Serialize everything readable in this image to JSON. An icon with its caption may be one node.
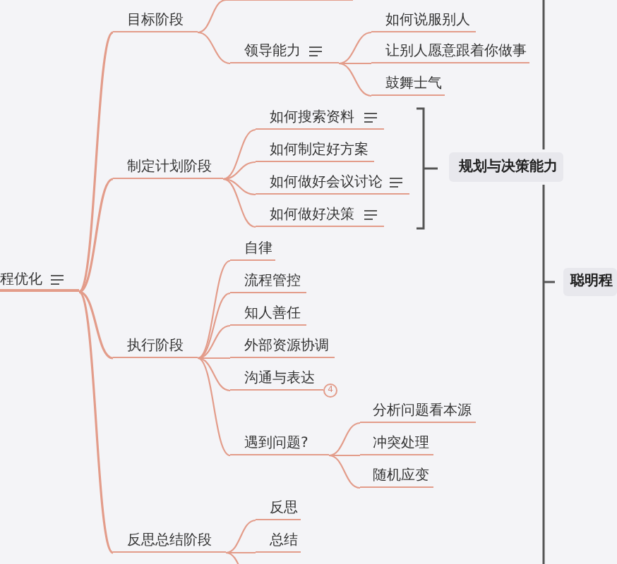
{
  "diagram": {
    "nodes": [
      {
        "text": [
          "程优化"
        ]
      },
      {
        "text": [
          "目标阶段"
        ]
      },
      {
        "text": [
          "领导能力"
        ]
      },
      {
        "text": [
          "如何说服别人"
        ]
      },
      {
        "text": [
          "让别人愿意跟着你做事"
        ]
      },
      {
        "text": [
          "鼓舞士气"
        ]
      },
      {
        "text": [
          "制定计划阶段"
        ]
      },
      {
        "text": [
          "如何搜索资料"
        ]
      },
      {
        "text": [
          "如何制定好方案"
        ]
      },
      {
        "text": [
          "如何做好会议讨论"
        ]
      },
      {
        "text": [
          "如何做好决策"
        ]
      },
      {
        "text": [
          "规划与决策能力"
        ]
      },
      {
        "text": [
          "执行阶段"
        ]
      },
      {
        "text": [
          "自律"
        ]
      },
      {
        "text": [
          "流程管控"
        ]
      },
      {
        "text": [
          "知人善任"
        ]
      },
      {
        "text": [
          "外部资源协调"
        ]
      },
      {
        "text": [
          "沟通与表达"
        ],
        "beside": [
          "4"
        ]
      },
      {
        "text": [
          "遇到问题?"
        ]
      },
      {
        "text": [
          "分析问题看本源"
        ]
      },
      {
        "text": [
          "冲突处理"
        ]
      },
      {
        "text": [
          "随机应变"
        ]
      },
      {
        "text": [
          "反思总结阶段"
        ]
      },
      {
        "text": [
          "反思"
        ]
      },
      {
        "text": [
          "总结"
        ]
      },
      {
        "text": [
          "聪明程"
        ]
      }
    ],
    "edges": [
      {
        "from": 0,
        "to": 1,
        "arrow": "none"
      },
      {
        "from": 0,
        "to": 6,
        "arrow": "none"
      },
      {
        "from": 0,
        "to": 12,
        "arrow": "none"
      },
      {
        "from": 0,
        "to": 22,
        "arrow": "none"
      },
      {
        "from": 1,
        "to": null,
        "arrow": "none"
      },
      {
        "from": 1,
        "to": 2,
        "arrow": "none"
      },
      {
        "from": 2,
        "to": 3,
        "arrow": "none"
      },
      {
        "from": 2,
        "to": 4,
        "arrow": "none"
      },
      {
        "from": 2,
        "to": 5,
        "arrow": "none"
      },
      {
        "from": 6,
        "to": 7,
        "arrow": "none"
      },
      {
        "from": 6,
        "to": 8,
        "arrow": "none"
      },
      {
        "from": 6,
        "to": 9,
        "arrow": "none"
      },
      {
        "from": 6,
        "to": 10,
        "arrow": "none"
      },
      {
        "from": 12,
        "to": 13,
        "arrow": "none"
      },
      {
        "from": 12,
        "to": 14,
        "arrow": "none"
      },
      {
        "from": 12,
        "to": 15,
        "arrow": "none"
      },
      {
        "from": 12,
        "to": 16,
        "arrow": "none"
      },
      {
        "from": 12,
        "to": 17,
        "arrow": "none"
      },
      {
        "from": 12,
        "to": 18,
        "arrow": "none"
      },
      {
        "from": 18,
        "to": 19,
        "arrow": "none"
      },
      {
        "from": 18,
        "to": 20,
        "arrow": "none"
      },
      {
        "from": 18,
        "to": 21,
        "arrow": "none"
      },
      {
        "from": 22,
        "to": 23,
        "arrow": "none"
      },
      {
        "from": 22,
        "to": 24,
        "arrow": "none"
      },
      {
        "from": 22,
        "to": null,
        "arrow": "none"
      }
    ]
  }
}
